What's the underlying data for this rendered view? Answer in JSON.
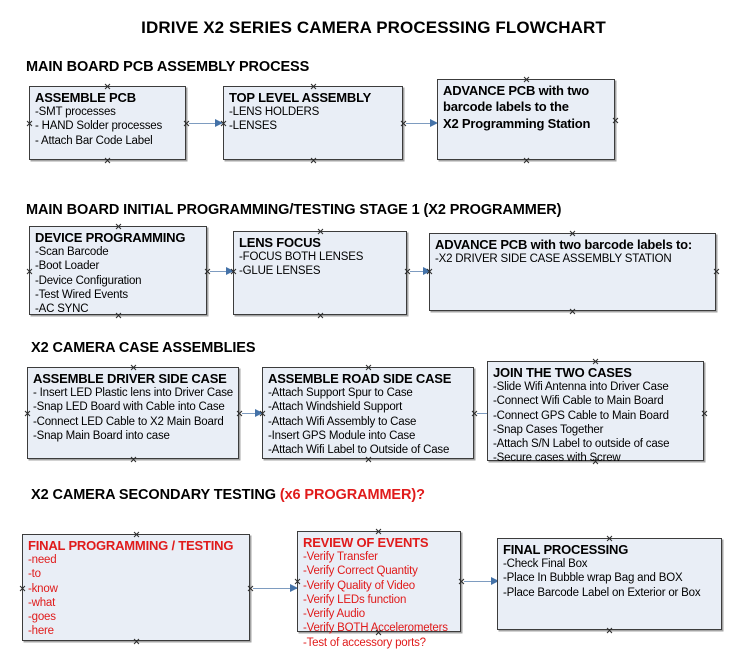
{
  "document": {
    "title": "IDRIVE X2  SERIES CAMERA PROCESSING FLOWCHART"
  },
  "colors": {
    "box_fill": "#e9eef6",
    "box_border": "#3c3c3c",
    "connector": "#7e9cc0",
    "arrowhead": "#4472a8",
    "accent_red": "#e01b1b",
    "text": "#000000"
  },
  "sections": [
    {
      "id": "main-board-pcb-assembly",
      "heading": "MAIN BOARD PCB ASSEMBLY PROCESS",
      "heading_accent": "",
      "boxes": [
        {
          "id": "assemble-pcb",
          "header": "ASSEMBLE PCB",
          "lines": [
            "-SMT processes",
            "- HAND Solder processes",
            "- Attach Bar Code Label"
          ]
        },
        {
          "id": "top-level-assembly",
          "header": "TOP LEVEL ASSEMBLY",
          "lines": [
            "-LENS HOLDERS",
            "-LENSES"
          ]
        },
        {
          "id": "advance-pcb-to-programming-station",
          "header": "ADVANCE PCB with two",
          "lines": [
            "barcode labels to the",
            " X2 Programming Station"
          ]
        }
      ]
    },
    {
      "id": "main-board-initial-programming",
      "heading": "MAIN BOARD INITIAL PROGRAMMING/TESTING STAGE 1 (X2 PROGRAMMER)",
      "heading_accent": "",
      "boxes": [
        {
          "id": "device-programming",
          "header": "DEVICE PROGRAMMING",
          "lines": [
            "-Scan Barcode",
            "-Boot Loader",
            "-Device Configuration",
            "-Test Wired Events",
            "-AC SYNC"
          ]
        },
        {
          "id": "lens-focus",
          "header": "LENS FOCUS",
          "lines": [
            "-FOCUS BOTH LENSES",
            "-GLUE LENSES"
          ]
        },
        {
          "id": "advance-pcb-to-driver-side-case",
          "header": "ADVANCE PCB with two barcode labels to:",
          "lines": [
            "-X2 DRIVER  SIDE  CASE  ASSEMBLY STATION"
          ]
        }
      ]
    },
    {
      "id": "x2-camera-case-assemblies",
      "heading": "X2 CAMERA CASE ASSEMBLIES",
      "heading_accent": "",
      "boxes": [
        {
          "id": "assemble-driver-side-case",
          "header": "ASSEMBLE DRIVER SIDE CASE",
          "lines": [
            "- Insert LED Plastic lens into Driver Case",
            "-Snap LED Board with Cable into Case",
            "-Connect LED Cable to X2 Main Board",
            "-Snap Main Board into case"
          ]
        },
        {
          "id": "assemble-road-side-case",
          "header": "ASSEMBLE ROAD SIDE CASE",
          "lines": [
            "-Attach Support Spur to Case",
            "-Attach Windshield Support",
            "-Attach Wifi Assembly to Case",
            "-Insert GPS Module into Case",
            "-Attach Wifi Label to Outside of Case"
          ]
        },
        {
          "id": "join-the-two-cases",
          "header": "JOIN THE TWO CASES",
          "lines": [
            "-Slide Wifi Antenna into Driver Case",
            "-Connect Wifi Cable to Main Board",
            "-Connect GPS Cable to Main Board",
            "-Snap Cases Together",
            "-Attach S/N Label to outside of case",
            "-Secure cases with Screw"
          ]
        }
      ]
    },
    {
      "id": "x2-camera-secondary-testing",
      "heading": "X2 CAMERA SECONDARY TESTING ",
      "heading_accent": "(x6 PROGRAMMER)?",
      "boxes": [
        {
          "id": "final-programming-testing",
          "header": "FINAL PROGRAMMING / TESTING",
          "lines": [
            "-need",
            "-to",
            "-know",
            "-what",
            "-goes",
            "-here"
          ]
        },
        {
          "id": "review-of-events",
          "header": "REVIEW OF EVENTS",
          "lines": [
            "-Verify Transfer",
            "-Verify Correct Quantity",
            "-Verify Quality of Video",
            "-Verify LEDs function",
            "-Verify Audio",
            "-Verify BOTH Accelerometers",
            "-Test of accessory ports?"
          ]
        },
        {
          "id": "final-processing",
          "header": "FINAL PROCESSING",
          "lines": [
            " -Check Final Box",
            "-Place In Bubble wrap Bag and BOX",
            "-Place Barcode Label on Exterior or Box"
          ]
        }
      ]
    }
  ]
}
